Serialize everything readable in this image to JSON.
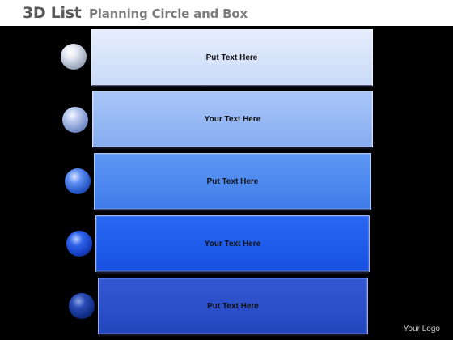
{
  "header": {
    "title_main": "3D List",
    "title_sub": "Planning Circle and Box"
  },
  "items": [
    {
      "label": "Put Text Here",
      "color": "#dbe6fb",
      "sphere_color": "#d6dcec"
    },
    {
      "label": "Your Text Here",
      "color": "#9bbcf5",
      "sphere_color": "#9fb5e6"
    },
    {
      "label": "Put Text Here",
      "color": "#4f8cf0",
      "sphere_color": "#3f72e0"
    },
    {
      "label": "Your Text Here",
      "color": "#1f5cec",
      "sphere_color": "#1f4fd8"
    },
    {
      "label": "Put Text Here",
      "color": "#2a4fc9",
      "sphere_color": "#1f3f9a"
    }
  ],
  "footer": {
    "logo_text": "Your Logo"
  }
}
